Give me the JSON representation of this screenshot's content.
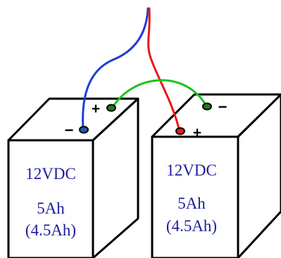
{
  "colors": {
    "outline": "#000000",
    "battery_fill": "#ffffff",
    "text": "#1c1c9e",
    "wire_blue": "#1f3fd6",
    "wire_red": "#e81818",
    "wire_green": "#1ec21e",
    "terminal_fill": "#1e7a1e",
    "terminal_red": "#e81818",
    "terminal_blue": "#1f3fd6"
  },
  "batteries": [
    {
      "voltage": "12VDC",
      "capacity": "5Ah",
      "capacity_note": "(4.5Ah)",
      "terminal_left_sign": "−",
      "terminal_right_sign": "+",
      "terminal_back_right_sign": "+"
    },
    {
      "voltage": "12VDC",
      "capacity": "5Ah",
      "capacity_note": "(4.5Ah)",
      "terminal_back_sign": "−",
      "terminal_front_sign": "+"
    }
  ]
}
